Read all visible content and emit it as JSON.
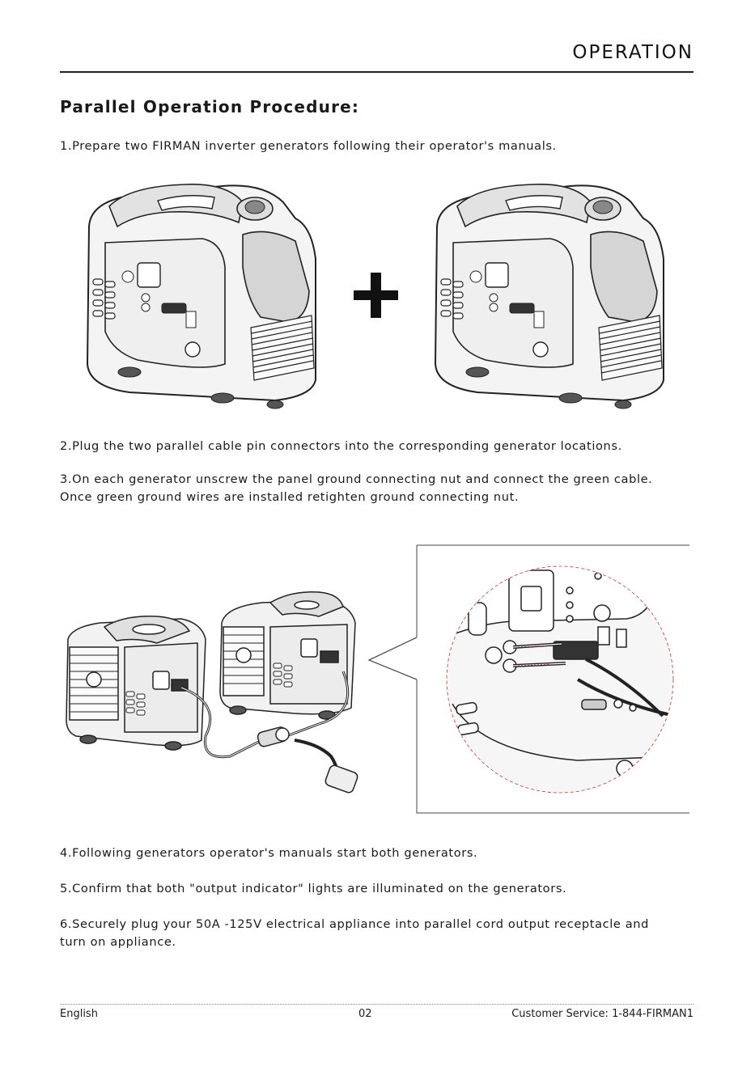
{
  "header": {
    "title": "OPERATION"
  },
  "section": {
    "title": "Parallel Operation Procedure:"
  },
  "steps": [
    "1.Prepare two FIRMAN inverter generators following their operator's manuals.",
    "2.Plug the two parallel cable pin connectors into the corresponding generator locations.",
    "3.On each generator unscrew the panel ground connecting nut and connect the green cable.  Once green ground wires are installed retighten ground connecting nut.",
    "4.Following generators operator's manuals start both generators.",
    "5.Confirm that both \"output indicator\" lights are illuminated on the generators.",
    "6.Securely plug your 50A -125V electrical appliance into parallel cord output receptacle and turn on appliance."
  ],
  "footer": {
    "language": "English",
    "page_number": "02",
    "customer_service": "Customer Service: 1-844-FIRMAN1"
  }
}
